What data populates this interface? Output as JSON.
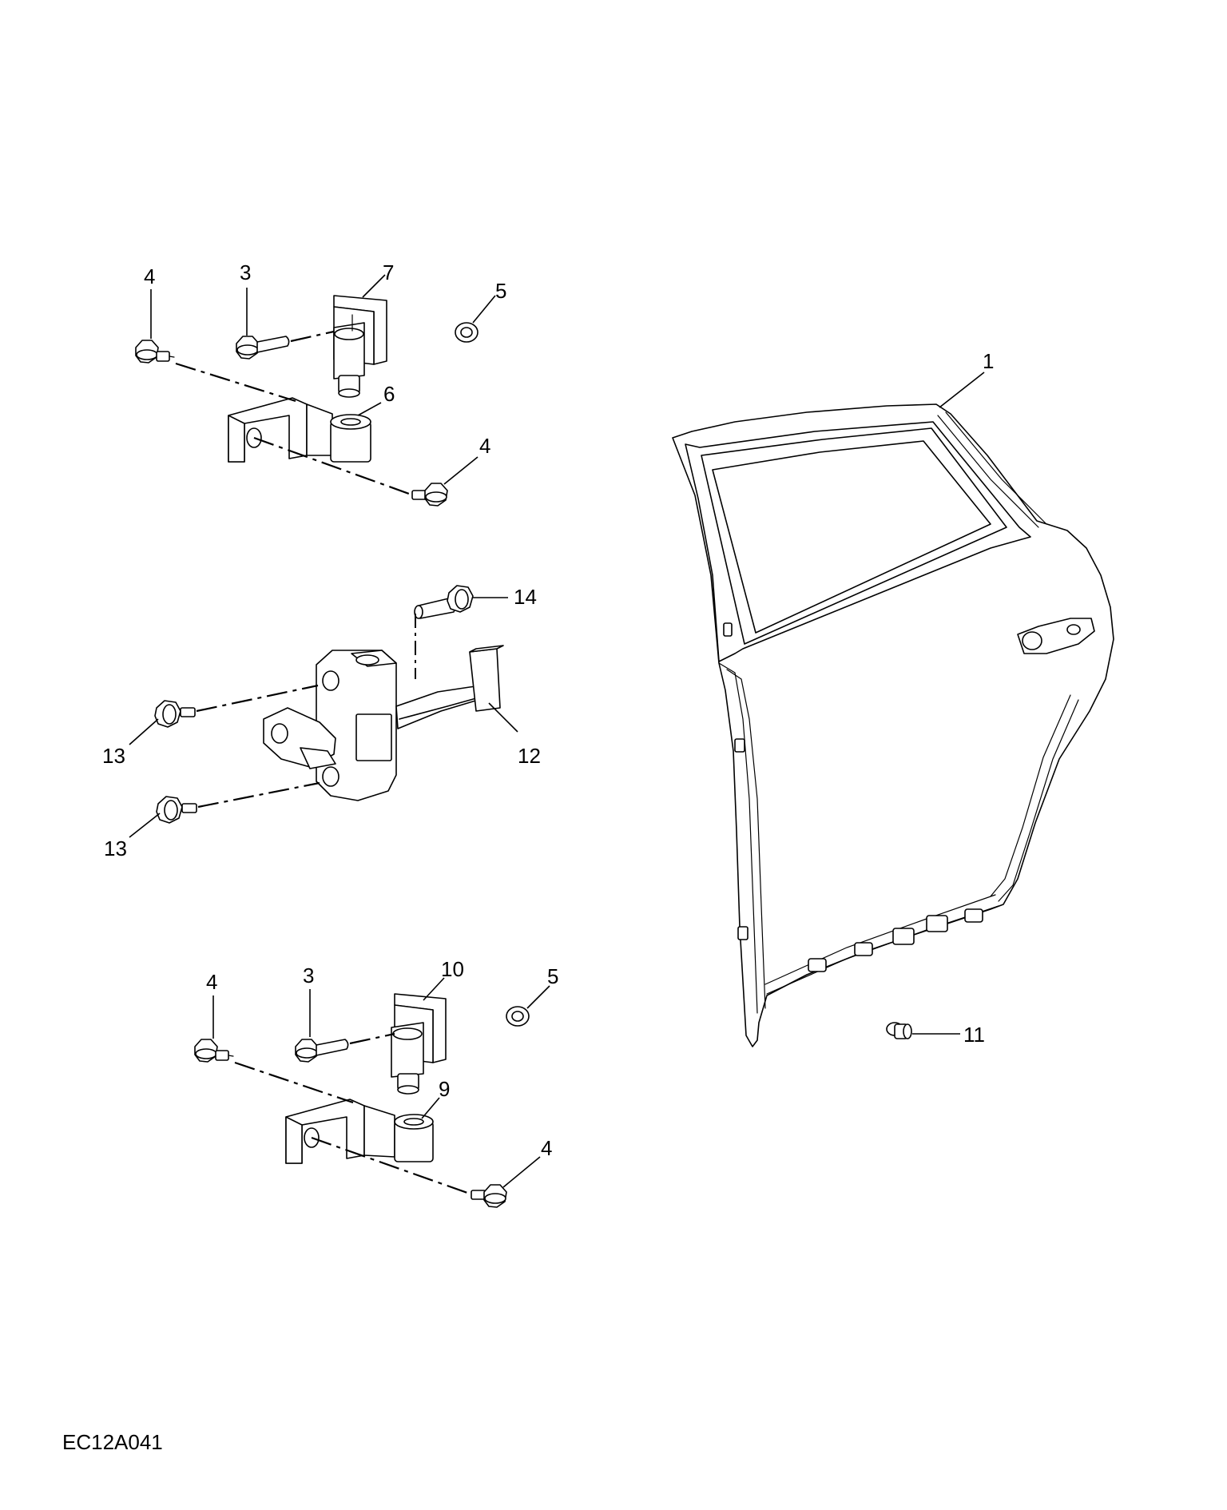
{
  "figure_code": "EC12A041",
  "callouts": {
    "c1": "1",
    "c3_upper": "3",
    "c3_lower": "3",
    "c4_upper_left": "4",
    "c4_upper_right": "4",
    "c4_lower_left": "4",
    "c4_lower_right": "4",
    "c5_upper": "5",
    "c5_lower": "5",
    "c6": "6",
    "c7": "7",
    "c9": "9",
    "c10": "10",
    "c11": "11",
    "c12": "12",
    "c13_upper": "13",
    "c13_lower": "13",
    "c14": "14"
  },
  "parts": [
    {
      "ref": "1",
      "name": "rear-door-shell"
    },
    {
      "ref": "3",
      "name": "hinge-pin-bolt"
    },
    {
      "ref": "4",
      "name": "flange-bolt"
    },
    {
      "ref": "5",
      "name": "washer"
    },
    {
      "ref": "6",
      "name": "upper-hinge-body-half"
    },
    {
      "ref": "7",
      "name": "upper-hinge-door-half"
    },
    {
      "ref": "9",
      "name": "lower-hinge-body-half"
    },
    {
      "ref": "10",
      "name": "lower-hinge-door-half"
    },
    {
      "ref": "11",
      "name": "plug-fastener"
    },
    {
      "ref": "12",
      "name": "door-check-strap"
    },
    {
      "ref": "13",
      "name": "check-strap-bolt"
    },
    {
      "ref": "14",
      "name": "check-strap-pin-bolt"
    }
  ]
}
